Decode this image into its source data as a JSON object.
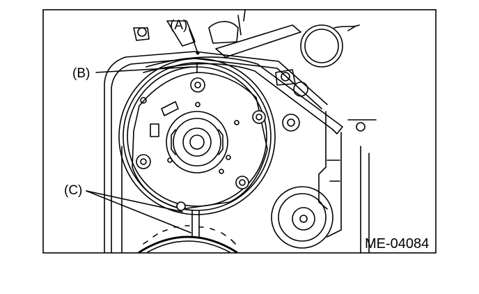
{
  "diagram": {
    "callouts": {
      "a": "(A)",
      "b": "(B)",
      "c": "(C)"
    },
    "figure_id": "ME-04084"
  }
}
